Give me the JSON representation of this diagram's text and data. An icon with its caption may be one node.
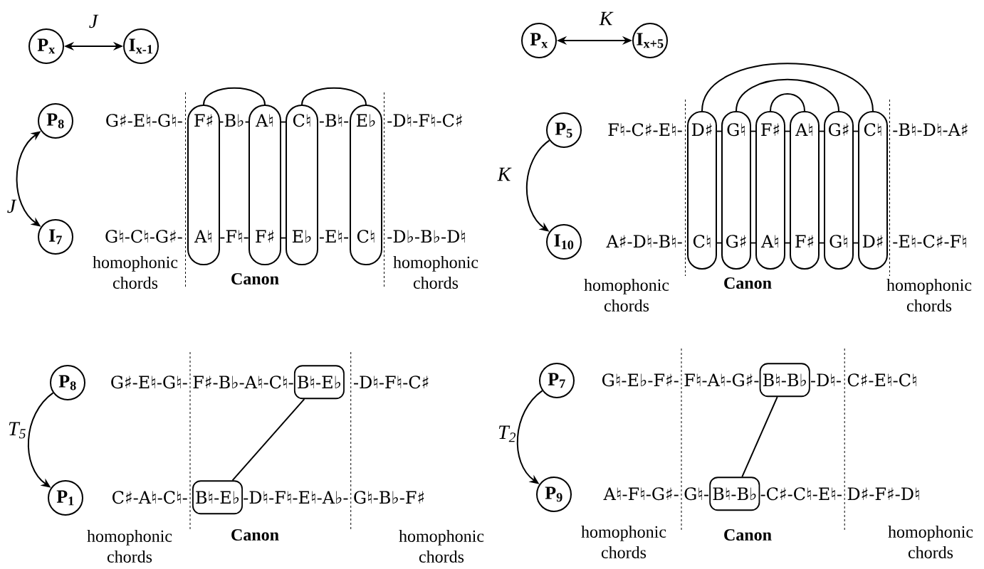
{
  "diagram": {
    "nodes": [
      {
        "text": [
          "P$_{x}$"
        ]
      },
      {
        "text": [
          "I$_{x-1}$"
        ]
      },
      {
        "text": [
          "P$_{8}$"
        ]
      },
      {
        "text": [
          "I$_{7}$"
        ]
      },
      {
        "text": [
          "F♯",
          "A♮"
        ]
      },
      {
        "text": [
          "A♮",
          "F♯"
        ]
      },
      {
        "text": [
          "C♮",
          "E♭"
        ]
      },
      {
        "text": [
          "E♭",
          "C♮"
        ]
      },
      {
        "text": [
          "P$_{x}$"
        ]
      },
      {
        "text": [
          "I$_{x+5}$"
        ]
      },
      {
        "text": [
          "P$_{5}$"
        ]
      },
      {
        "text": [
          "I$_{10}$"
        ]
      },
      {
        "text": [
          "D♯",
          "C♮"
        ]
      },
      {
        "text": [
          "G♮",
          "G♯"
        ]
      },
      {
        "text": [
          "F♯",
          "A♮"
        ]
      },
      {
        "text": [
          "A♮",
          "F♯"
        ]
      },
      {
        "text": [
          "G♯",
          "G♮"
        ]
      },
      {
        "text": [
          "C♮",
          "D♯"
        ]
      },
      {
        "text": [
          "P$_{8}$"
        ]
      },
      {
        "text": [
          "P$_{1}$"
        ]
      },
      {
        "text": [
          "B♮-E♭"
        ]
      },
      {
        "text": [
          "B♮-E♭"
        ]
      },
      {
        "text": [
          "P$_{7}$"
        ]
      },
      {
        "text": [
          "P$_{9}$"
        ]
      },
      {
        "text": [
          "B♮-B♭"
        ]
      },
      {
        "text": [
          "B♮-B♭"
        ]
      }
    ],
    "edges": [
      {
        "from": 0,
        "to": 1,
        "arrow": "both",
        "label": "J"
      },
      {
        "from": 2,
        "to": 3,
        "arrow": "both",
        "label": "J"
      },
      {
        "from": 4,
        "to": 5,
        "arrow": "none"
      },
      {
        "from": 6,
        "to": 7,
        "arrow": "none"
      },
      {
        "from": 8,
        "to": 9,
        "arrow": "both",
        "label": "K"
      },
      {
        "from": 10,
        "to": 11,
        "arrow": "to",
        "label": "K"
      },
      {
        "from": 12,
        "to": 17,
        "arrow": "none"
      },
      {
        "from": 13,
        "to": 16,
        "arrow": "none"
      },
      {
        "from": 14,
        "to": 15,
        "arrow": "none"
      },
      {
        "from": 18,
        "to": 19,
        "arrow": "to",
        "label": "T$_{5}$"
      },
      {
        "from": 20,
        "to": 21,
        "arrow": "none"
      },
      {
        "from": 22,
        "to": 23,
        "arrow": "to",
        "label": "T$_{2}$"
      },
      {
        "from": 24,
        "to": 25,
        "arrow": "none"
      }
    ],
    "labels": [
      "G♯-E♮-G♮-",
      "-B♭-",
      "-",
      "-B♮-",
      "-D♮-F♮-C♯",
      "G♮-C♮-G♯-",
      "-F♮-",
      "-",
      "-E♮-",
      "-D♭-B♭-D♮",
      "homophonic chords",
      "Canon",
      "homophonic chords",
      "F♮-C♯-E♮-",
      "-",
      "-",
      "-",
      "-",
      "-",
      "-B♮-D♮-A♯",
      "A♯-D♮-B♮-",
      "-",
      "-",
      "-",
      "-",
      "-",
      "-E♮-C♯-F♮",
      "homophonic chords",
      "Canon",
      "homophonic chords",
      "G♯-E♮-G♮-",
      "F♯-B♭-A♮-C♮-",
      "-D♮-F♮-C♯",
      "C♯-A♮-C♮-",
      "-D♮-F♮-E♮-A♭-",
      "G♮-B♭-F♯",
      "homophonic chords",
      "Canon",
      "homophonic chords",
      "G♮-E♭-F♯-",
      "F♮-A♮-G♯-",
      "-D♮-",
      "C♯-E♮-C♮",
      "A♮-F♮-G♯-",
      "G♮-",
      "-C♯-C♮-E♮-",
      "D♯-F♯-D♮",
      "homophonic chords",
      "Canon",
      "homophonic chords"
    ]
  }
}
